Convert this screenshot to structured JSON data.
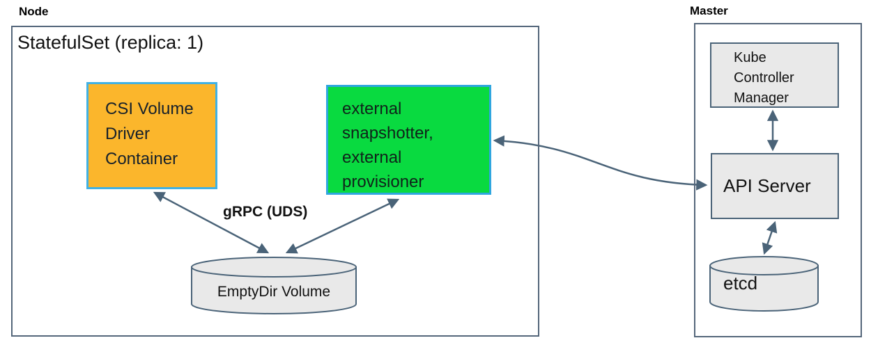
{
  "node": {
    "title": "Node",
    "statefulset": "StatefulSet (replica: 1)",
    "csi_driver": "CSI Volume Driver Container",
    "sidecars": "external snapshotter, external provisioner",
    "grpc": "gRPC (UDS)",
    "emptydir": "EmptyDir Volume"
  },
  "master": {
    "title": "Master",
    "kcm": "Kube Controller Manager",
    "api_server": "API Server",
    "etcd": "etcd"
  },
  "colors": {
    "csi_box_fill": "#FBB62C",
    "sidecar_box_fill": "#09DA40",
    "highlight_border_blue": "#41B1E4",
    "component_fill_gray": "#E9E9E9",
    "line_slate": "#4A6378"
  }
}
